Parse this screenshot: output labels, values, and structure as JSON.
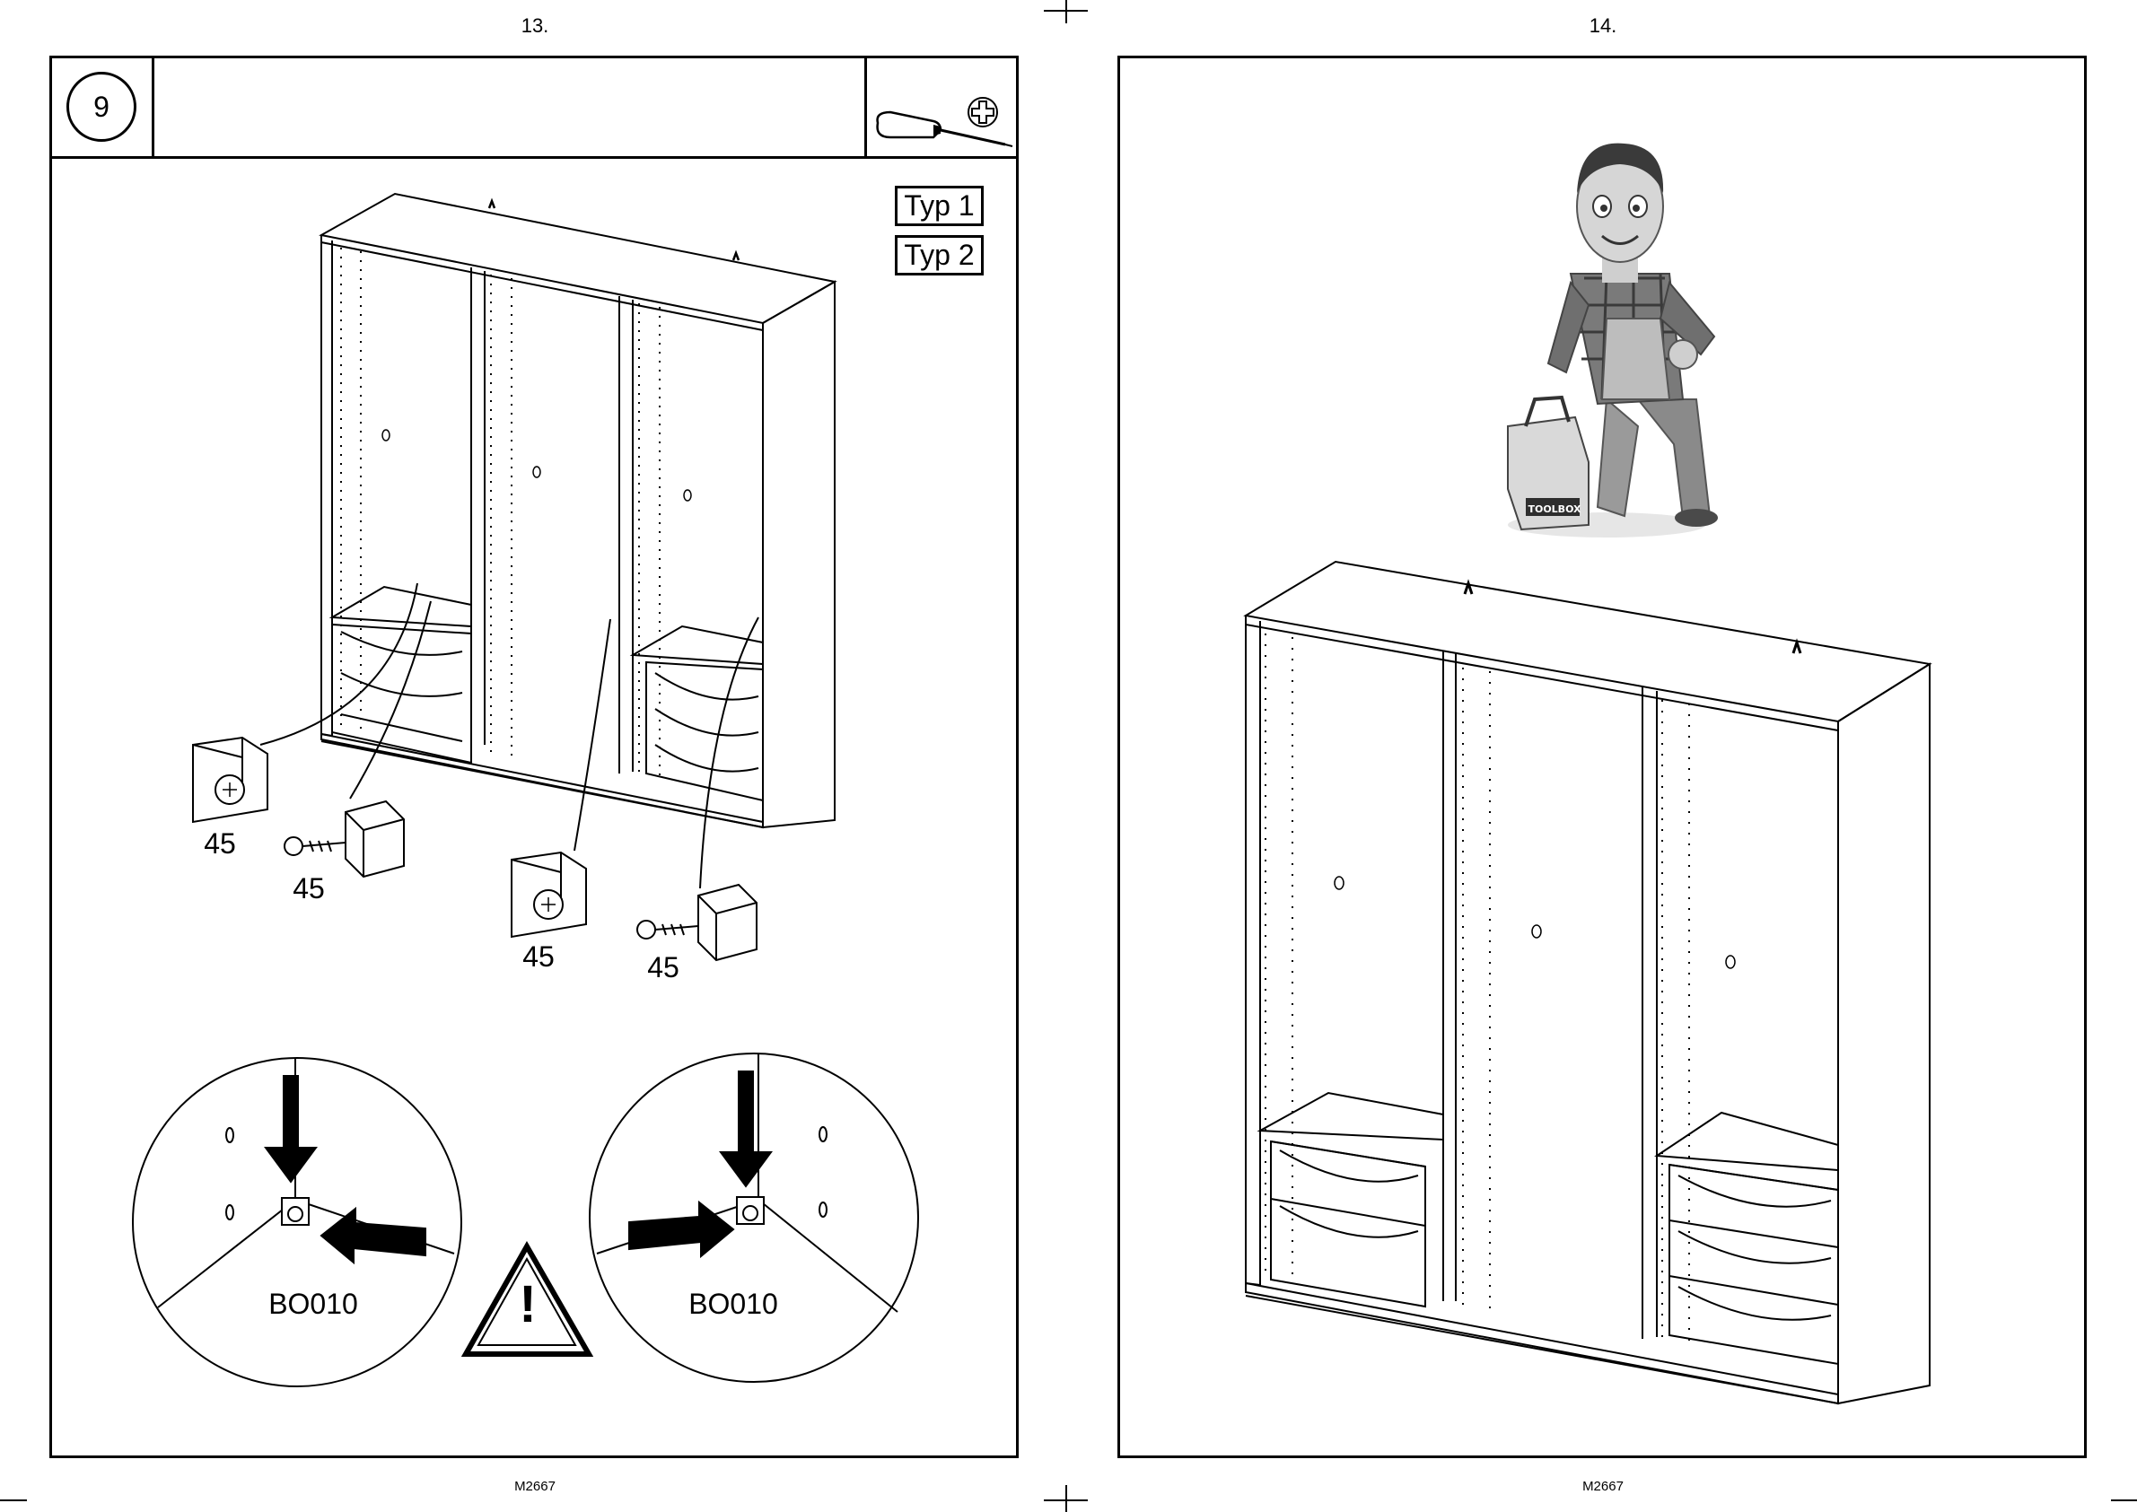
{
  "left_page": {
    "page_number": "13.",
    "footer_code": "M2667",
    "step_number": "9",
    "tool": "screwdriver-phillips",
    "typ_labels": [
      "Typ 1",
      "Typ 2"
    ],
    "part_quantities": [
      "45",
      "45",
      "45",
      "45"
    ],
    "detail_codes": [
      "BO010",
      "BO010"
    ],
    "warning": "!"
  },
  "right_page": {
    "page_number": "14.",
    "footer_code": "M2667",
    "toolbox_label": "TOOLBOX"
  }
}
